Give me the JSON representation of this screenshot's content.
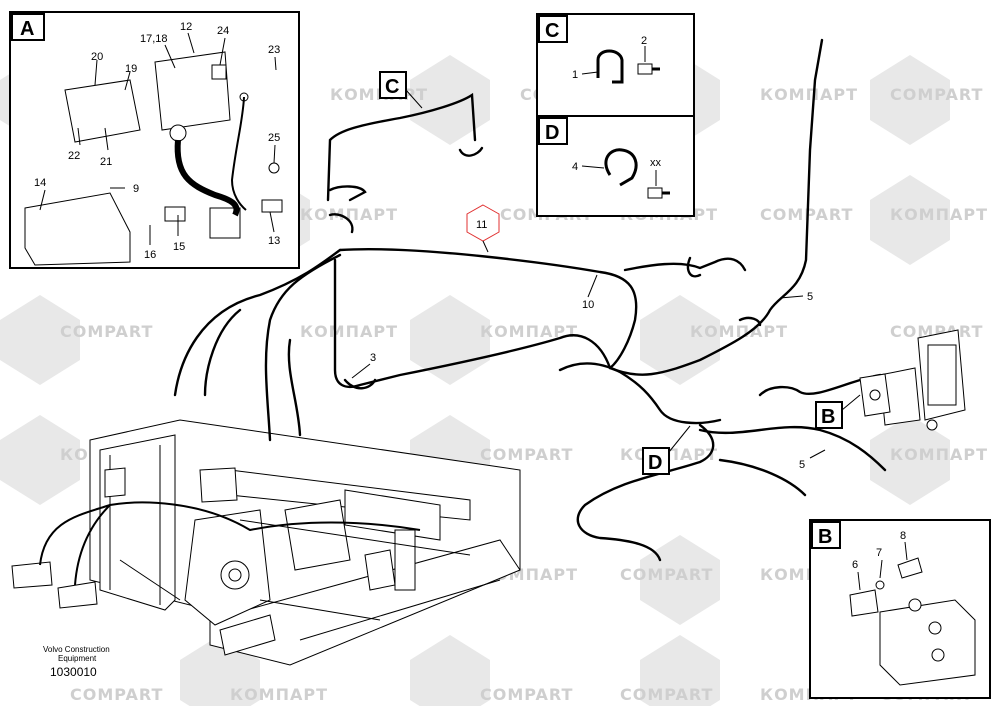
{
  "watermark": {
    "cyrillic": "КОМПАРТ",
    "latin": "COMPART"
  },
  "panels": {
    "A": {
      "letter": "A",
      "labels": {
        "p20": "20",
        "p19": "19",
        "p1718": "17,18",
        "p12": "12",
        "p24": "24",
        "p23": "23",
        "p22": "22",
        "p21": "21",
        "p25": "25",
        "p14": "14",
        "p9": "9",
        "p15": "15",
        "p16": "16",
        "p13": "13"
      }
    },
    "C": {
      "letter": "C",
      "labels": {
        "p1": "1",
        "p2": "2"
      }
    },
    "D": {
      "letter": "D",
      "labels": {
        "p4": "4",
        "pxx": "xx"
      }
    },
    "B": {
      "letter": "B",
      "labels": {
        "p6": "6",
        "p7": "7",
        "p8": "8"
      }
    }
  },
  "callouts": {
    "c11": "11",
    "c10": "10",
    "c5a": "5",
    "c3": "3",
    "c5b": "5",
    "C": "C",
    "B": "B",
    "D": "D"
  },
  "footer": {
    "line1": "Volvo Construction",
    "line2": "Equipment",
    "code": "1030010"
  }
}
